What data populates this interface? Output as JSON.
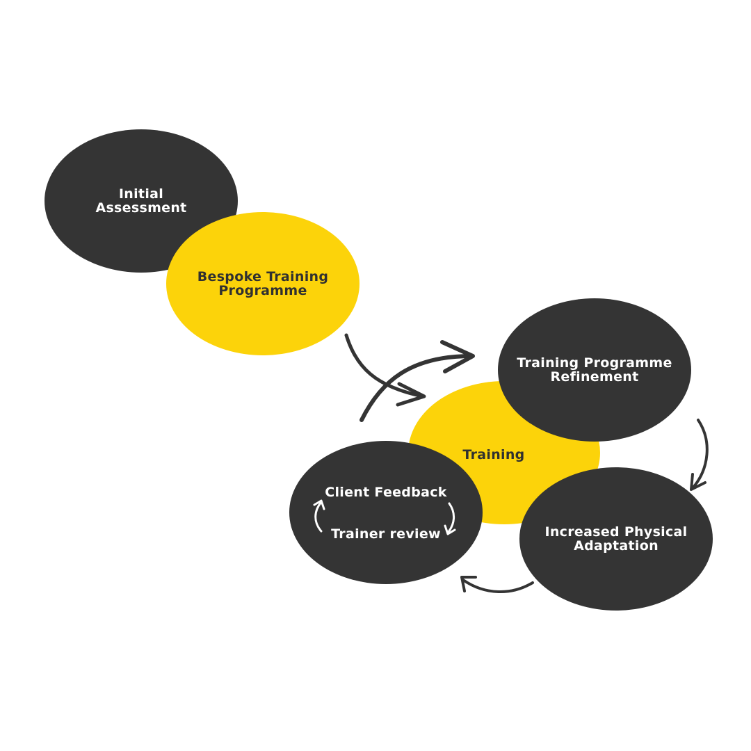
{
  "nodes": {
    "initial_assessment": {
      "lines": [
        "Initial",
        "Assessment"
      ]
    },
    "bespoke_programme": {
      "lines": [
        "Bespoke Training",
        "Programme"
      ]
    },
    "training": {
      "lines": [
        "Training"
      ]
    },
    "programme_refinement": {
      "lines": [
        "Training Programme",
        "Refinement"
      ]
    },
    "physical_adaptation": {
      "lines": [
        "Increased Physical",
        "Adaptation"
      ]
    },
    "feedback": {
      "top": "Client Feedback",
      "bottom": "Trainer review"
    }
  },
  "colors": {
    "dark": "#343434",
    "yellow": "#fcd30a",
    "background": "#ffffff",
    "arrow": "#343434"
  }
}
